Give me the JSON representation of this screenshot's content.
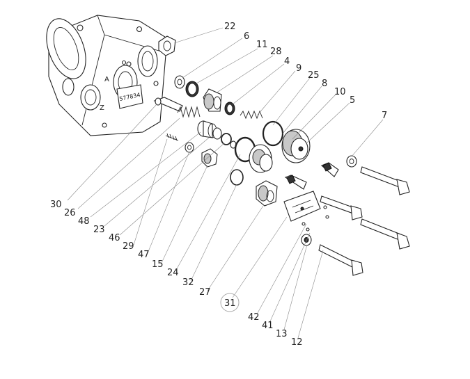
{
  "plate_text": "577834",
  "housing_marks": [
    "A",
    "Z"
  ],
  "callouts": [
    {
      "id": "p22",
      "text": "22"
    },
    {
      "id": "p6",
      "text": "6"
    },
    {
      "id": "p11",
      "text": "11"
    },
    {
      "id": "p28",
      "text": "28"
    },
    {
      "id": "p4",
      "text": "4"
    },
    {
      "id": "p9",
      "text": "9"
    },
    {
      "id": "p25",
      "text": "25"
    },
    {
      "id": "p8",
      "text": "8"
    },
    {
      "id": "p10",
      "text": "10"
    },
    {
      "id": "p5",
      "text": "5"
    },
    {
      "id": "p7",
      "text": "7"
    },
    {
      "id": "p30",
      "text": "30"
    },
    {
      "id": "p26",
      "text": "26"
    },
    {
      "id": "p48",
      "text": "48"
    },
    {
      "id": "p23",
      "text": "23"
    },
    {
      "id": "p46",
      "text": "46"
    },
    {
      "id": "p29",
      "text": "29"
    },
    {
      "id": "p47",
      "text": "47"
    },
    {
      "id": "p15",
      "text": "15"
    },
    {
      "id": "p24",
      "text": "24"
    },
    {
      "id": "p32",
      "text": "32"
    },
    {
      "id": "p27",
      "text": "27"
    },
    {
      "id": "p31",
      "text": "31"
    },
    {
      "id": "p42",
      "text": "42"
    },
    {
      "id": "p41",
      "text": "41"
    },
    {
      "id": "p13",
      "text": "13"
    },
    {
      "id": "p12",
      "text": "12"
    }
  ]
}
